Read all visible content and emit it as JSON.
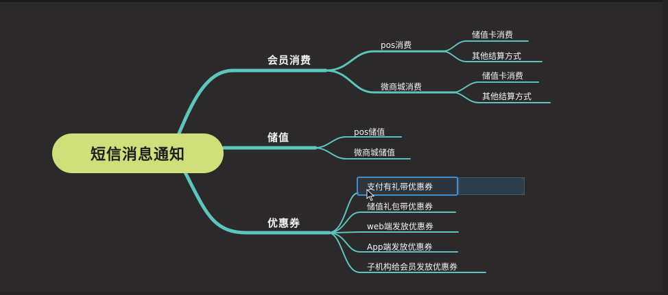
{
  "mindmap": {
    "root": "短信消息通知",
    "branches": [
      {
        "label": "会员消费",
        "children": [
          {
            "label": "pos消费",
            "children": [
              "储值卡消费",
              "其他结算方式"
            ]
          },
          {
            "label": "微商城消费",
            "children": [
              "储值卡消费",
              "其他结算方式"
            ]
          }
        ]
      },
      {
        "label": "储值",
        "children": [
          {
            "label": "pos储值"
          },
          {
            "label": "微商城储值"
          }
        ]
      },
      {
        "label": "优惠券",
        "children": [
          {
            "label": "支付有礼带优惠券",
            "selected": true
          },
          {
            "label": "储值礼包带优惠券"
          },
          {
            "label": "web端发放优惠券"
          },
          {
            "label": "App端发放优惠券"
          },
          {
            "label": "子机构给会员发放优惠券"
          }
        ]
      }
    ]
  },
  "colors": {
    "background": "#2b292a",
    "root_fill": "#cfe07b",
    "branch_line": "#5cc5bd",
    "selection_border": "#3f8fd6",
    "text": "#f2f2f2"
  }
}
